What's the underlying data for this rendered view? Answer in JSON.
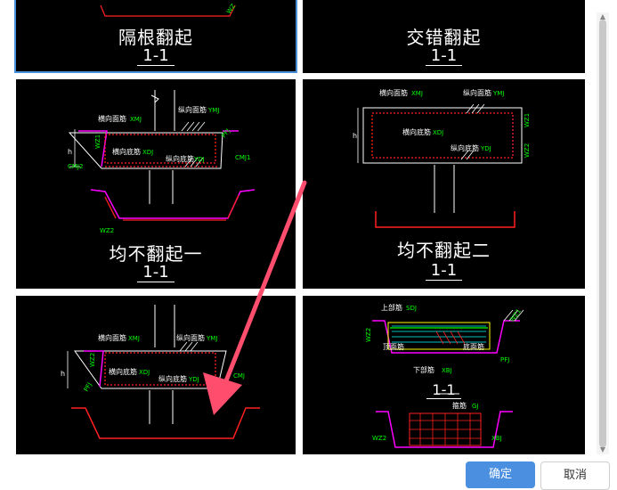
{
  "tiles": [
    {
      "title": "隔根翻起",
      "section": "1-1"
    },
    {
      "title": "交错翻起",
      "section": "1-1"
    },
    {
      "title": "均不翻起一",
      "section": "1-1"
    },
    {
      "title": "均不翻起二",
      "section": "1-1"
    },
    {
      "title": "",
      "section": ""
    },
    {
      "title": "",
      "section": "1-1"
    }
  ],
  "labels": {
    "heng_mian": "横向面筋",
    "zong_mian": "纵向面筋",
    "heng_di": "横向底筋",
    "zong_di": "纵向底筋",
    "xmj": "XMJ",
    "ymj": "YMJ",
    "xdj": "XDJ",
    "ydj": "YDJ",
    "cmj1": "CMJ1",
    "cmj2": "CMJ2",
    "cmj": "CMJ",
    "wz2": "WZ2",
    "wz1": "WZ1",
    "h": "h",
    "shang_bu": "上部筋",
    "xia_bu": "下部筋",
    "sdj": "SDJ",
    "xbj": "XBJ",
    "pfj": "PFJ",
    "fan_dj": "顶面筋",
    "fan_xj": "底面筋",
    "gu_jin": "箍筋",
    "gj": "GJ"
  },
  "buttons": {
    "ok": "确定",
    "cancel": "取消"
  },
  "colors": {
    "accent": "#4a8fe0",
    "tile_bg": "#000000",
    "cad_red": "#ff2020",
    "cad_magenta": "#ff00ff",
    "cad_green": "#00ff00",
    "arrow": "#ff4d6d"
  }
}
